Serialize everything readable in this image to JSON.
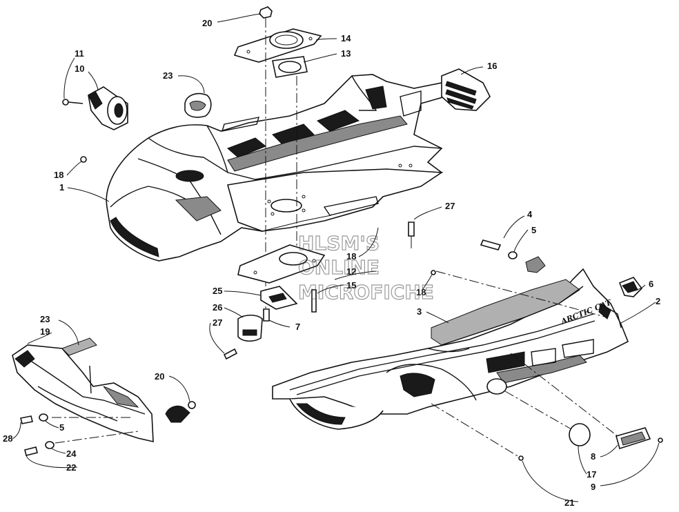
{
  "callouts": [
    {
      "id": "c20a",
      "text": "20"
    },
    {
      "id": "c14",
      "text": "14"
    },
    {
      "id": "c13",
      "text": "13"
    },
    {
      "id": "c16",
      "text": "16"
    },
    {
      "id": "c11",
      "text": "11"
    },
    {
      "id": "c10",
      "text": "10"
    },
    {
      "id": "c23a",
      "text": "23"
    },
    {
      "id": "c18a",
      "text": "18"
    },
    {
      "id": "c1",
      "text": "1"
    },
    {
      "id": "c27a",
      "text": "27"
    },
    {
      "id": "c4",
      "text": "4"
    },
    {
      "id": "c5a",
      "text": "5"
    },
    {
      "id": "c18b",
      "text": "18"
    },
    {
      "id": "c12",
      "text": "12"
    },
    {
      "id": "c15",
      "text": "15"
    },
    {
      "id": "c18c",
      "text": "18"
    },
    {
      "id": "c6",
      "text": "6"
    },
    {
      "id": "c2",
      "text": "2"
    },
    {
      "id": "c3",
      "text": "3"
    },
    {
      "id": "c25",
      "text": "25"
    },
    {
      "id": "c26",
      "text": "26"
    },
    {
      "id": "c7",
      "text": "7"
    },
    {
      "id": "c27b",
      "text": "27"
    },
    {
      "id": "c23b",
      "text": "23"
    },
    {
      "id": "c19",
      "text": "19"
    },
    {
      "id": "c20b",
      "text": "20"
    },
    {
      "id": "c28",
      "text": "28"
    },
    {
      "id": "c5b",
      "text": "5"
    },
    {
      "id": "c24",
      "text": "24"
    },
    {
      "id": "c22",
      "text": "22"
    },
    {
      "id": "c8",
      "text": "8"
    },
    {
      "id": "c17",
      "text": "17"
    },
    {
      "id": "c9",
      "text": "9"
    },
    {
      "id": "c21",
      "text": "21"
    }
  ],
  "watermark": {
    "line1": "HLSM'S",
    "line2": "ONLINE",
    "line3": "MICROFICHE"
  },
  "decal_text": "ARCTIC CAT"
}
